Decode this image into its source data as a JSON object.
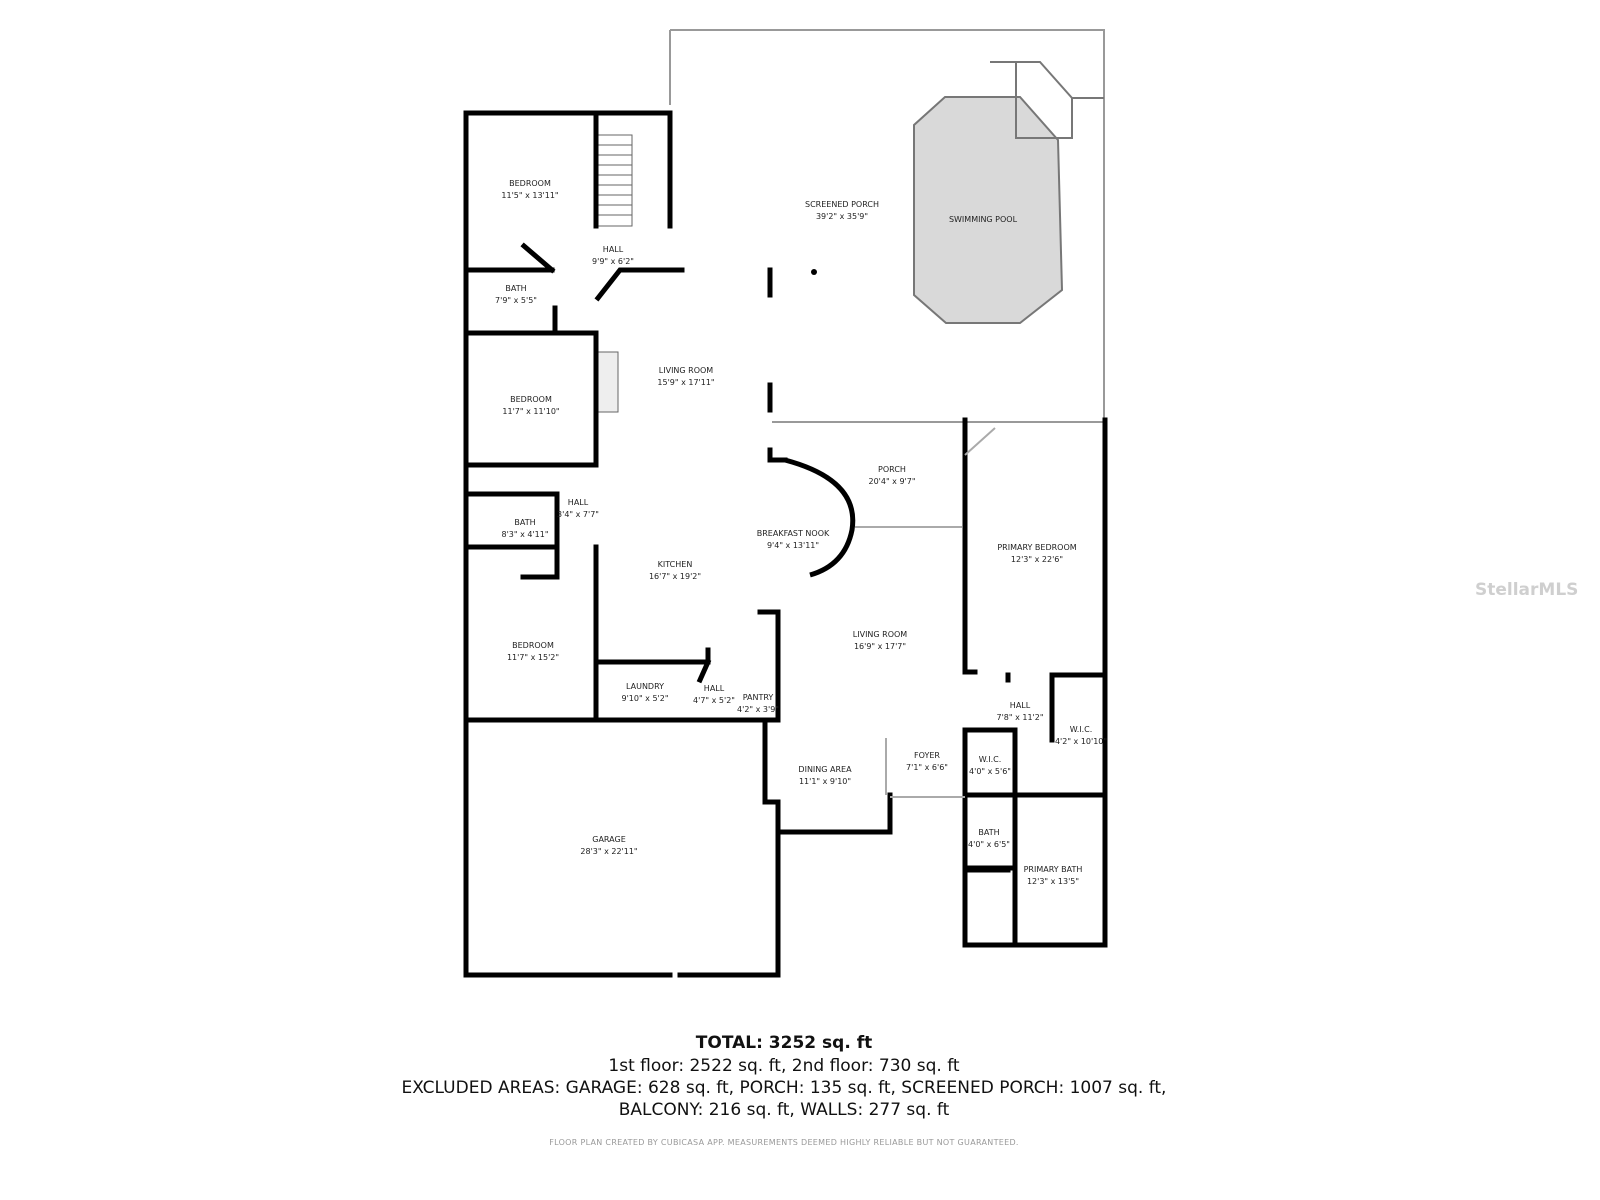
{
  "rooms": [
    {
      "name": "BEDROOM",
      "dim": "11'5\" x 13'11\""
    },
    {
      "name": "HALL",
      "dim": "9'9\" x 6'2\""
    },
    {
      "name": "BATH",
      "dim": "7'9\" x 5'5\""
    },
    {
      "name": "BEDROOM",
      "dim": "11'7\" x 11'10\""
    },
    {
      "name": "LIVING ROOM",
      "dim": "15'9\" x 17'11\""
    },
    {
      "name": "HALL",
      "dim": "3'4\" x 7'7\""
    },
    {
      "name": "BATH",
      "dim": "8'3\" x 4'11\""
    },
    {
      "name": "KITCHEN",
      "dim": "16'7\" x 19'2\""
    },
    {
      "name": "BREAKFAST NOOK",
      "dim": "9'4\" x 13'11\""
    },
    {
      "name": "PORCH",
      "dim": "20'4\" x 9'7\""
    },
    {
      "name": "SCREENED PORCH",
      "dim": "39'2\" x 35'9\""
    },
    {
      "name": "SWIMMING POOL",
      "dim": ""
    },
    {
      "name": "PRIMARY BEDROOM",
      "dim": "12'3\" x 22'6\""
    },
    {
      "name": "BEDROOM",
      "dim": "11'7\" x 15'2\""
    },
    {
      "name": "LIVING ROOM",
      "dim": "16'9\" x 17'7\""
    },
    {
      "name": "LAUNDRY",
      "dim": "9'10\" x 5'2\""
    },
    {
      "name": "HALL",
      "dim": "4'7\" x 5'2\""
    },
    {
      "name": "PANTRY",
      "dim": "4'2\" x 3'9\""
    },
    {
      "name": "HALL",
      "dim": "7'8\" x 11'2\""
    },
    {
      "name": "W.I.C.",
      "dim": "4'2\" x 10'10\""
    },
    {
      "name": "DINING AREA",
      "dim": "11'1\" x 9'10\""
    },
    {
      "name": "FOYER",
      "dim": "7'1\" x 6'6\""
    },
    {
      "name": "W.I.C.",
      "dim": "4'0\" x 5'6\""
    },
    {
      "name": "BATH",
      "dim": "4'0\" x 6'5\""
    },
    {
      "name": "PRIMARY BATH",
      "dim": "12'3\" x 13'5\""
    },
    {
      "name": "GARAGE",
      "dim": "28'3\" x 22'11\""
    }
  ],
  "summary": {
    "total": "TOTAL: 3252 sq. ft",
    "floors": "1st floor: 2522 sq. ft, 2nd floor: 730 sq. ft",
    "excluded_1": "EXCLUDED AREAS: GARAGE: 628 sq. ft, PORCH: 135 sq. ft, SCREENED PORCH: 1007 sq. ft,",
    "excluded_2": "BALCONY: 216 sq. ft, WALLS: 277 sq. ft",
    "credit": "FLOOR PLAN CREATED BY CUBICASA APP. MEASUREMENTS DEEMED HIGHLY RELIABLE BUT NOT GUARANTEED."
  },
  "watermark": "StellarMLS",
  "colors": {
    "wall": "#000000",
    "pool": "#d9d9d9",
    "window": "#bbbbbb"
  }
}
